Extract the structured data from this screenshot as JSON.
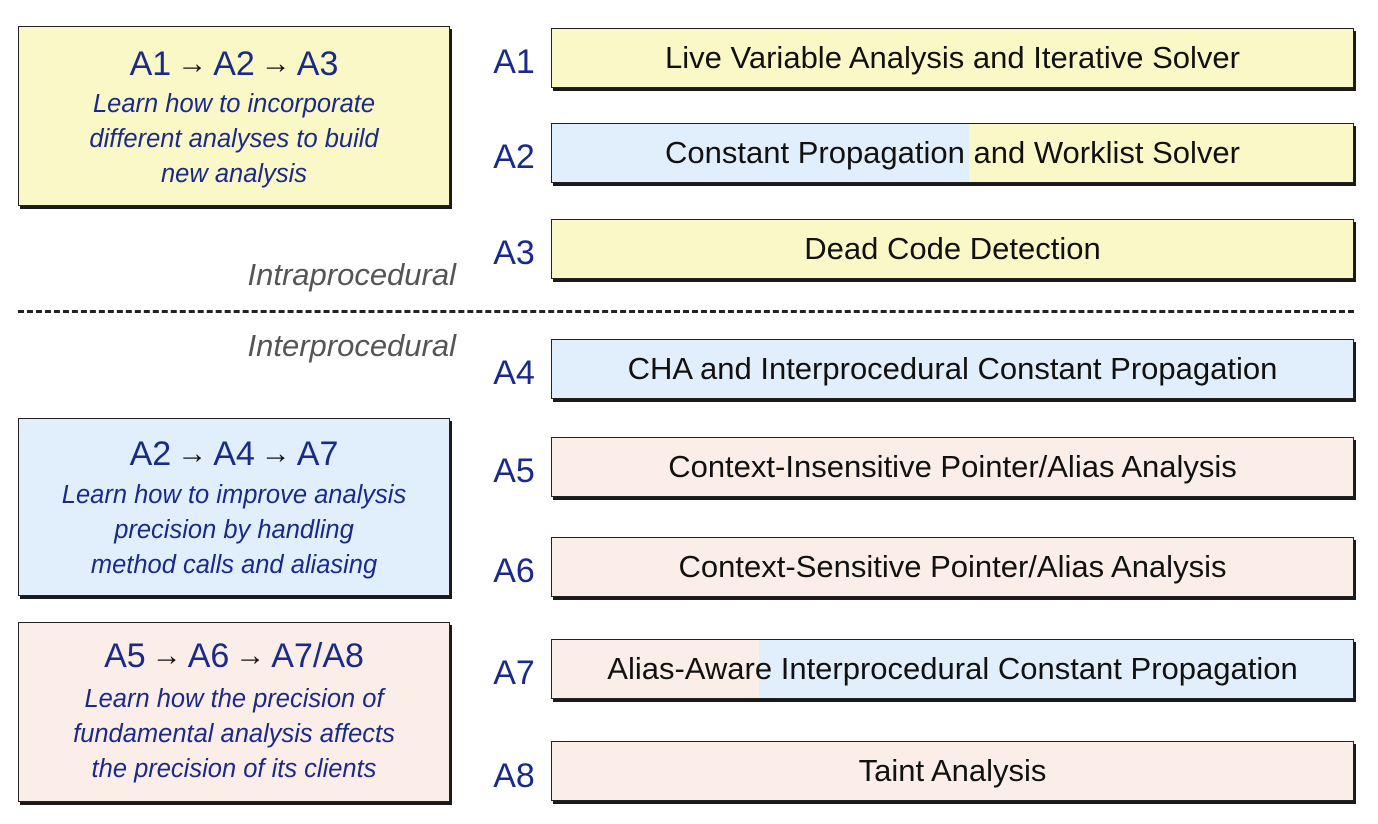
{
  "colors": {
    "yellow": "#fbf8c8",
    "blue": "#e0effb",
    "pink": "#fbede7",
    "navy": "#1a2a8a"
  },
  "left_boxes": [
    {
      "chain": [
        "A1",
        "A2",
        "A3"
      ],
      "arrow": "→",
      "desc": [
        "Learn how to incorporate",
        "different analyses to build",
        "new analysis"
      ]
    },
    {
      "chain": [
        "A2",
        "A4",
        "A7"
      ],
      "arrow": "→",
      "desc": [
        "Learn how to improve analysis",
        "precision by handling",
        "method calls and aliasing"
      ]
    },
    {
      "chain": [
        "A5",
        "A6",
        "A7/A8"
      ],
      "arrow": "→",
      "desc": [
        "Learn how the precision of",
        "fundamental analysis affects",
        "the precision of its clients"
      ]
    }
  ],
  "sections": {
    "intra": "Intraprocedural",
    "inter": "Interprocedural"
  },
  "assignments": [
    {
      "id": "A1",
      "title": "Live Variable Analysis and Iterative Solver"
    },
    {
      "id": "A2",
      "title": "Constant Propagation and Worklist Solver"
    },
    {
      "id": "A3",
      "title": "Dead Code Detection"
    },
    {
      "id": "A4",
      "title": "CHA and Interprocedural Constant Propagation"
    },
    {
      "id": "A5",
      "title": "Context-Insensitive Pointer/Alias Analysis"
    },
    {
      "id": "A6",
      "title": "Context-Sensitive Pointer/Alias Analysis"
    },
    {
      "id": "A7",
      "title": "Alias-Aware Interprocedural Constant Propagation"
    },
    {
      "id": "A8",
      "title": "Taint Analysis"
    }
  ]
}
